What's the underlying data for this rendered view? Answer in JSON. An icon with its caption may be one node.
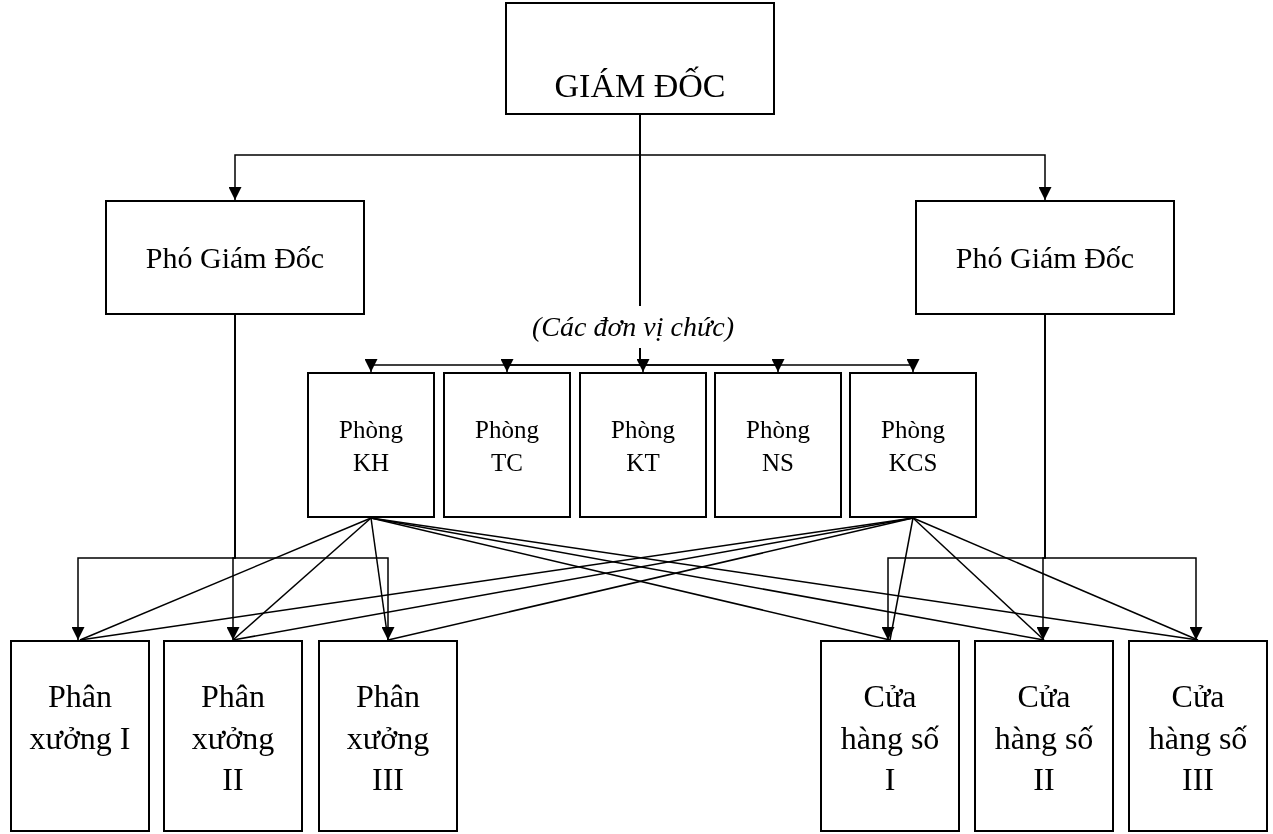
{
  "diagram": {
    "nodes": [
      {
        "text": [
          "GIÁM ĐỐC"
        ]
      },
      {
        "text": [
          "Phó Giám Đốc"
        ]
      },
      {
        "text": [
          "Phó Giám Đốc"
        ]
      },
      {
        "text": [
          "Phòng KH"
        ]
      },
      {
        "text": [
          "Phòng TC"
        ]
      },
      {
        "text": [
          "Phòng KT"
        ]
      },
      {
        "text": [
          "Phòng NS"
        ]
      },
      {
        "text": [
          "Phòng KCS"
        ]
      },
      {
        "text": [
          "Phân xưởng I"
        ]
      },
      {
        "text": [
          "Phân xưởng II"
        ]
      },
      {
        "text": [
          "Phân xưởng III"
        ]
      },
      {
        "text": [
          "Cửa hàng số I"
        ]
      },
      {
        "text": [
          "Cửa hàng số II"
        ]
      },
      {
        "text": [
          "Cửa hàng số III"
        ]
      }
    ],
    "edges": [
      {
        "from": 0,
        "to": 1,
        "arrow": "to"
      },
      {
        "from": 0,
        "to": 2,
        "arrow": "to"
      },
      {
        "from": 0,
        "to": 3,
        "arrow": "to"
      },
      {
        "from": 0,
        "to": 4,
        "arrow": "to"
      },
      {
        "from": 0,
        "to": 5,
        "arrow": "to"
      },
      {
        "from": 0,
        "to": 6,
        "arrow": "to"
      },
      {
        "from": 0,
        "to": 7,
        "arrow": "to"
      },
      {
        "from": 1,
        "to": 8,
        "arrow": "to"
      },
      {
        "from": 1,
        "to": 9,
        "arrow": "to"
      },
      {
        "from": 1,
        "to": 10,
        "arrow": "to"
      },
      {
        "from": 2,
        "to": 11,
        "arrow": "to"
      },
      {
        "from": 2,
        "to": 12,
        "arrow": "to"
      },
      {
        "from": 2,
        "to": 13,
        "arrow": "to"
      },
      {
        "from": 3,
        "to": 8,
        "arrow": "none"
      },
      {
        "from": 3,
        "to": 9,
        "arrow": "none"
      },
      {
        "from": 3,
        "to": 10,
        "arrow": "none"
      },
      {
        "from": 3,
        "to": 11,
        "arrow": "none"
      },
      {
        "from": 3,
        "to": 12,
        "arrow": "none"
      },
      {
        "from": 3,
        "to": 13,
        "arrow": "none"
      },
      {
        "from": 7,
        "to": 8,
        "arrow": "none"
      },
      {
        "from": 7,
        "to": 9,
        "arrow": "none"
      },
      {
        "from": 7,
        "to": 10,
        "arrow": "none"
      },
      {
        "from": 7,
        "to": 11,
        "arrow": "none"
      },
      {
        "from": 7,
        "to": 12,
        "arrow": "none"
      },
      {
        "from": 7,
        "to": 13,
        "arrow": "none"
      }
    ],
    "labels": [
      "(Các đơn vị chức)"
    ]
  }
}
